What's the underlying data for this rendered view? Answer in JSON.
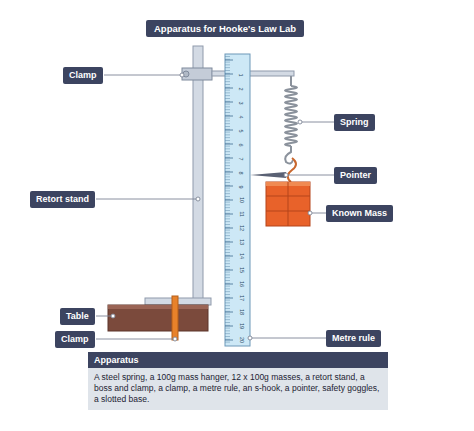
{
  "diagram": {
    "title": "Apparatus for Hooke's Law Lab",
    "nodes": [
      {
        "text": [
          "Clamp"
        ]
      },
      {
        "text": [
          "Spring"
        ]
      },
      {
        "text": [
          "Pointer"
        ]
      },
      {
        "text": [
          "Retort stand"
        ]
      },
      {
        "text": [
          "Known Mass"
        ]
      },
      {
        "text": [
          "Table"
        ]
      },
      {
        "text": [
          "Clamp"
        ]
      },
      {
        "text": [
          "Metre rule"
        ]
      },
      {
        "text": [
          "Apparatus",
          "A steel spring, a 100g mass hanger, 12 x 100g masses, a retort stand, a boss and clamp, a clamp, a metre rule, an s-hook, a pointer, safety goggles, a slotted base."
        ]
      }
    ],
    "labels": [
      "1",
      "2",
      "3",
      "4",
      "5",
      "6",
      "7",
      "8",
      "9",
      "10",
      "11",
      "12",
      "13",
      "14",
      "15",
      "16",
      "17",
      "18",
      "19",
      "20"
    ]
  }
}
